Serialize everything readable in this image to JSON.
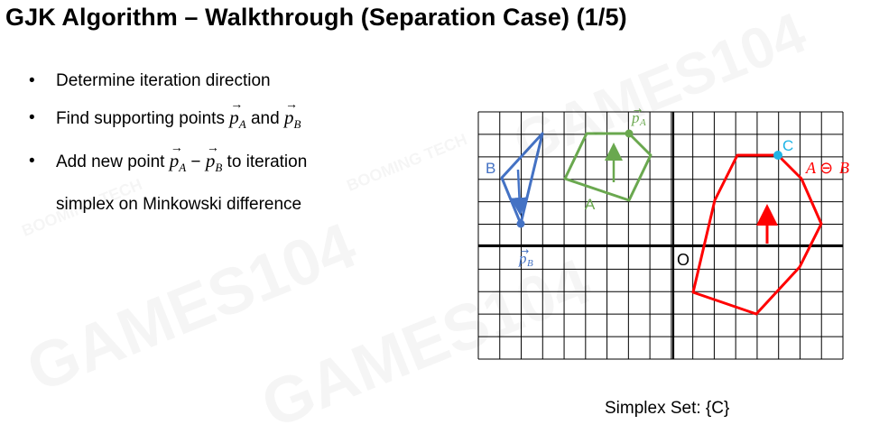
{
  "slide": {
    "title": "GJK Algorithm – Walkthrough (Separation Case) (1/5)",
    "bullets": {
      "b1": "Determine iteration direction",
      "b2_prefix": "Find supporting points ",
      "b2_and": " and ",
      "b3_prefix": "Add new point ",
      "b3_minus": " − ",
      "b3_suffix": " to iteration",
      "b3_cont": "simplex on Minkowski difference"
    },
    "vec_pA": {
      "base": "p",
      "sub": "A"
    },
    "vec_pB": {
      "base": "p",
      "sub": "B"
    },
    "footer": "Simplex Set: {C}"
  },
  "diagram": {
    "labels": {
      "origin": "O",
      "shape_a": "A",
      "shape_b": "B",
      "point_c": "C",
      "minkowski_a": "A",
      "minkowski_op": "⊖",
      "minkowski_b": "B",
      "support_a_base": "p",
      "support_a_sub": "A",
      "support_b_base": "p",
      "support_b_sub": "B"
    },
    "colors": {
      "grid": "#000000",
      "shape_a": "#6aa84f",
      "shape_b": "#4472c4",
      "minkowski": "#ff0000",
      "point_c": "#1fb4e6"
    },
    "watermark": [
      "GAMES104",
      "BOOMING TECH"
    ]
  }
}
